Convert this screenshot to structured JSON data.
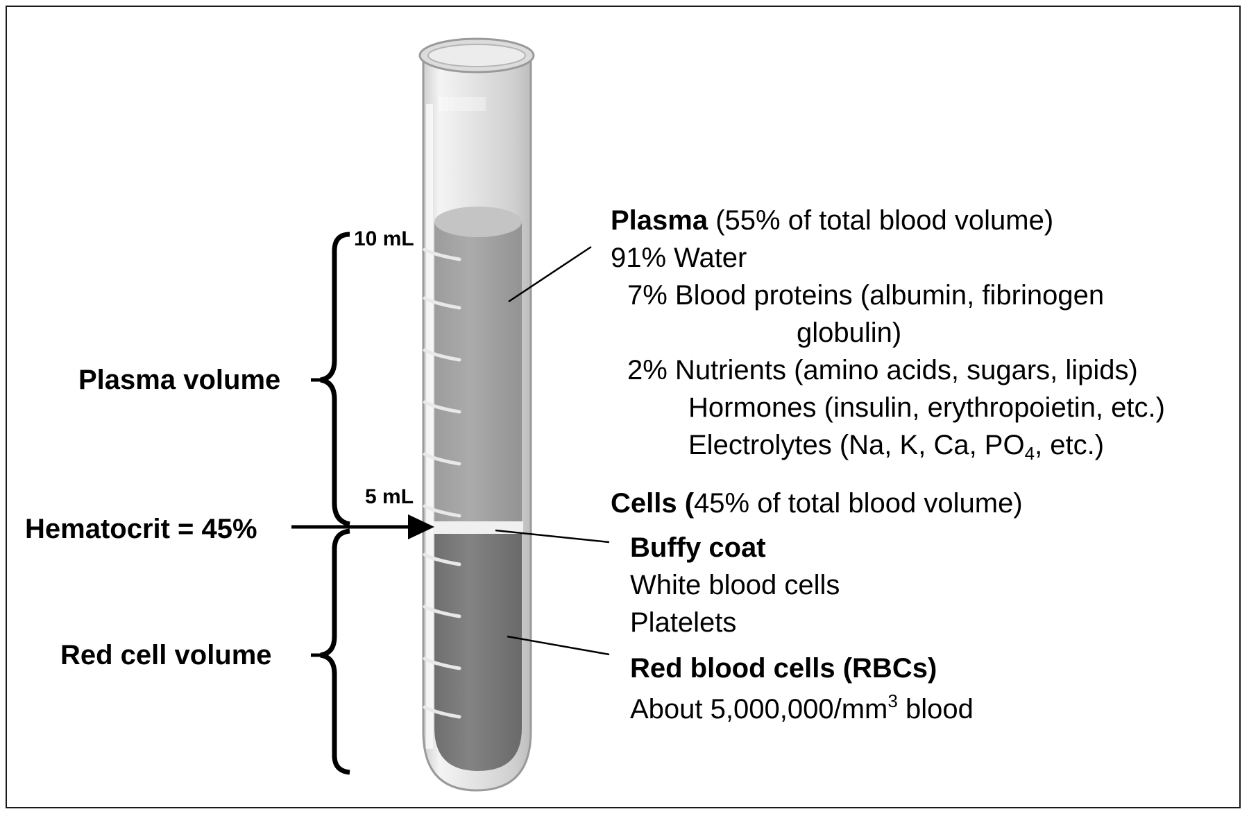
{
  "left_labels": {
    "ten_ml": "10 mL",
    "five_ml": "5 mL",
    "plasma_volume": "Plasma volume",
    "hematocrit": "Hematocrit = 45%",
    "red_cell_volume": "Red cell volume"
  },
  "plasma": {
    "heading_bold": "Plasma",
    "heading_rest": " (55% of total blood volume)",
    "water": "91% Water",
    "proteins_line1": "7% Blood proteins (albumin, fibrinogen",
    "proteins_line2": "globulin)",
    "nutrients": "2% Nutrients (amino acids, sugars, lipids)",
    "hormones": "Hormones (insulin, erythropoietin, etc.)",
    "electrolytes_pre": "Electrolytes (Na, K, Ca, PO",
    "electrolytes_sub": "4",
    "electrolytes_post": ", etc.)"
  },
  "cells": {
    "heading_bold": "Cells (",
    "heading_rest": "45% of total blood volume)",
    "buffy_coat": "Buffy coat",
    "white_cells": "White blood cells",
    "platelets": "Platelets",
    "rbc_heading": "Red blood cells (RBCs)",
    "rbc_count_pre": "About 5,000,000/mm",
    "rbc_count_sup": "3",
    "rbc_count_post": " blood"
  },
  "colors": {
    "plasma": "#a6a6a6",
    "red_cells": "#7e7e7e",
    "buffy_coat": "#eeeeee",
    "glass": "#e6e6e6"
  }
}
